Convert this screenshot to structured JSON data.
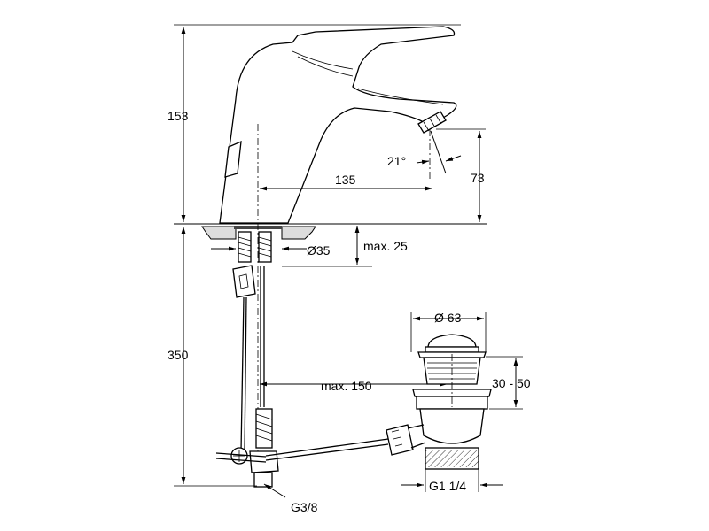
{
  "labels": {
    "height_total": "153",
    "spout_height": "73",
    "spout_reach": "135",
    "spray_angle": "21°",
    "hole_diameter": "Ø35",
    "deck_thickness": "max. 25",
    "below_deck": "350",
    "waste_spacing": "max. 150",
    "waste_diameter": "Ø 63",
    "waste_height": "30 - 50",
    "waste_thread": "G1 1/4",
    "supply_thread": "G3/8"
  }
}
